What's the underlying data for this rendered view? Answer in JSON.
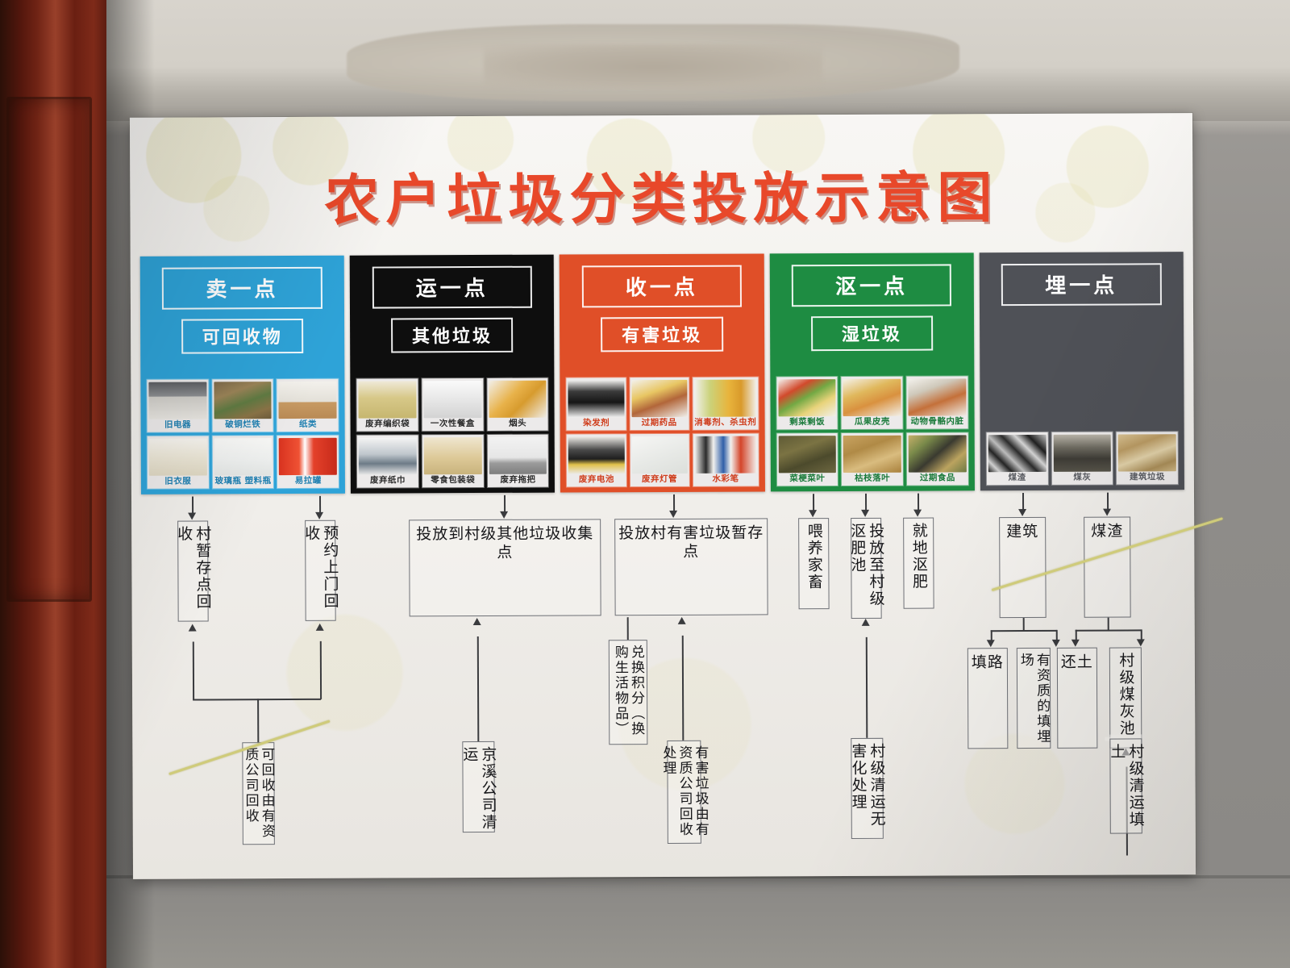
{
  "poster": {
    "title": "农户垃圾分类投放示意图"
  },
  "categories": [
    {
      "id": "recyclable",
      "action": "卖一点",
      "type": "可回收物",
      "color": "#2ea3d8",
      "items": [
        {
          "label": "旧电器",
          "tex": "t-appliance"
        },
        {
          "label": "破铜烂铁",
          "tex": "t-scrap"
        },
        {
          "label": "纸类",
          "tex": "t-paper"
        },
        {
          "label": "旧衣服",
          "tex": "t-clothes"
        },
        {
          "label": "玻璃瓶 塑料瓶",
          "tex": "t-bottle"
        },
        {
          "label": "易拉罐",
          "tex": "t-can"
        }
      ]
    },
    {
      "id": "other",
      "action": "运一点",
      "type": "其他垃圾",
      "color": "#0e0e0e",
      "items": [
        {
          "label": "废弃编织袋",
          "tex": "t-sack"
        },
        {
          "label": "一次性餐盒",
          "tex": "t-box"
        },
        {
          "label": "烟头",
          "tex": "t-cig"
        },
        {
          "label": "废弃纸巾",
          "tex": "t-tissue"
        },
        {
          "label": "零食包装袋",
          "tex": "t-bag"
        },
        {
          "label": "废弃拖把",
          "tex": "t-mop"
        }
      ]
    },
    {
      "id": "harmful",
      "action": "收一点",
      "type": "有害垃圾",
      "color": "#e04f28",
      "items": [
        {
          "label": "染发剂",
          "tex": "t-dye"
        },
        {
          "label": "过期药品",
          "tex": "t-pill"
        },
        {
          "label": "消毒剂、杀虫剂",
          "tex": "t-spray"
        },
        {
          "label": "废弃电池",
          "tex": "t-batt"
        },
        {
          "label": "废弃灯管",
          "tex": "t-tube"
        },
        {
          "label": "水彩笔",
          "tex": "t-pen"
        }
      ]
    },
    {
      "id": "wet",
      "action": "沤一点",
      "type": "湿垃圾",
      "color": "#1e8c42",
      "items": [
        {
          "label": "剩菜剩饭",
          "tex": "t-meal"
        },
        {
          "label": "瓜果皮壳",
          "tex": "t-peel"
        },
        {
          "label": "动物骨骼内脏",
          "tex": "t-bone"
        },
        {
          "label": "菜梗菜叶",
          "tex": "t-tea"
        },
        {
          "label": "枯枝落叶",
          "tex": "t-leaf"
        },
        {
          "label": "过期食品",
          "tex": "t-food"
        }
      ]
    },
    {
      "id": "bury",
      "action": "埋一点",
      "type": "",
      "color": "#4f5157",
      "items": [
        {
          "label": "煤渣",
          "tex": "t-slag"
        },
        {
          "label": "煤灰",
          "tex": "t-ash"
        },
        {
          "label": "建筑垃圾",
          "tex": "t-rubble"
        }
      ]
    }
  ],
  "flow": {
    "recyclable_store": "村暂存点回收",
    "recyclable_pickup": "预约上门回收",
    "recyclable_company": "可回收由有资质公司回收",
    "other_collect": "投放到村级其他垃圾收集点",
    "other_transport": "京溪公司清运",
    "harmful_store": "投放村有害垃圾暂存点",
    "harmful_points": "兑换积分（换购生活物品）",
    "harmful_company": "有害垃圾由有资质公司回收处理",
    "wet_livestock": "喂养家畜",
    "wet_villagepit": "投放至村级沤肥池",
    "wet_onsite": "就地沤肥",
    "wet_treatment": "村级清运无害化处理",
    "bury_construction": "建筑",
    "bury_coal": "煤渣",
    "bury_road": "填路",
    "bury_landfill": "有资质的填埋场",
    "bury_soil": "还土",
    "bury_ashpit": "村级煤灰池",
    "bury_transport": "村级清运填土"
  }
}
